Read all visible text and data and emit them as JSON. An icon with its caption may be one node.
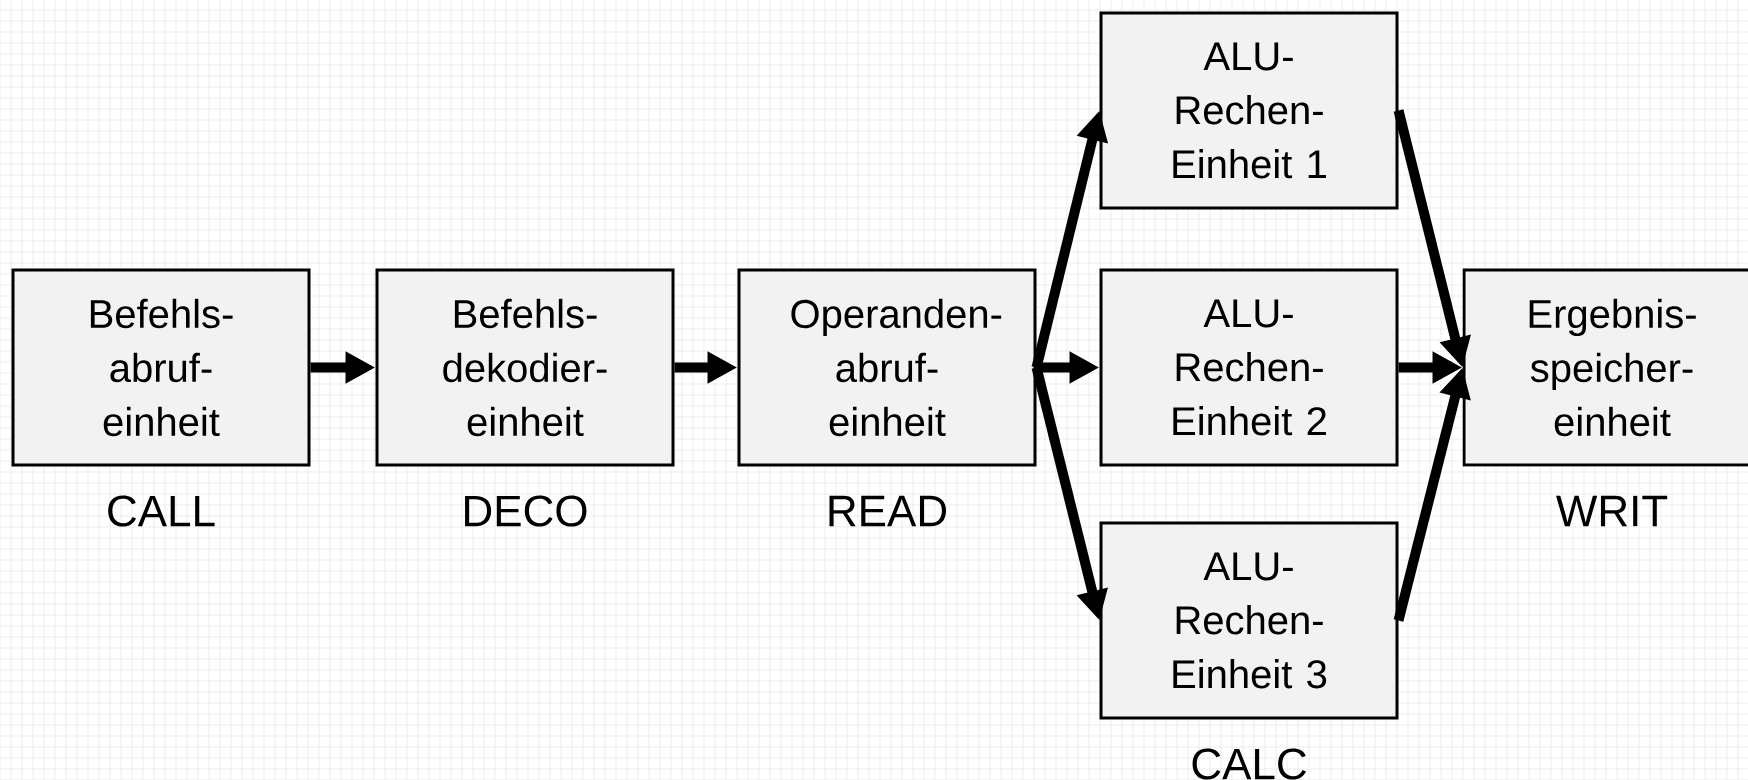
{
  "diagram": {
    "nodes": [
      {
        "text": [
          "Befehls- abruf- einheit"
        ],
        "beside": [
          "CALL"
        ]
      },
      {
        "text": [
          "Befehls- dekodier- einheit"
        ],
        "beside": [
          "DECO"
        ]
      },
      {
        "text": [
          "Operanden- abruf- einheit"
        ],
        "beside": [
          "READ"
        ]
      },
      {
        "text": [
          "ALU- Rechen- Einheit 1"
        ]
      },
      {
        "text": [
          "ALU- Rechen- Einheit 2"
        ]
      },
      {
        "text": [
          "ALU- Rechen- Einheit 3"
        ],
        "beside": [
          "CALC"
        ]
      },
      {
        "text": [
          "Ergebnis- speicher- einheit"
        ],
        "beside": [
          "WRIT"
        ]
      }
    ],
    "edges": [
      {
        "from": 0,
        "to": 1,
        "arrow": "to"
      },
      {
        "from": 1,
        "to": 2,
        "arrow": "to"
      },
      {
        "from": 2,
        "to": 3,
        "arrow": "to"
      },
      {
        "from": 2,
        "to": 4,
        "arrow": "to"
      },
      {
        "from": 2,
        "to": 5,
        "arrow": "to"
      },
      {
        "from": 3,
        "to": 6,
        "arrow": "to"
      },
      {
        "from": 4,
        "to": 6,
        "arrow": "to"
      },
      {
        "from": 5,
        "to": 6,
        "arrow": "to"
      }
    ]
  }
}
